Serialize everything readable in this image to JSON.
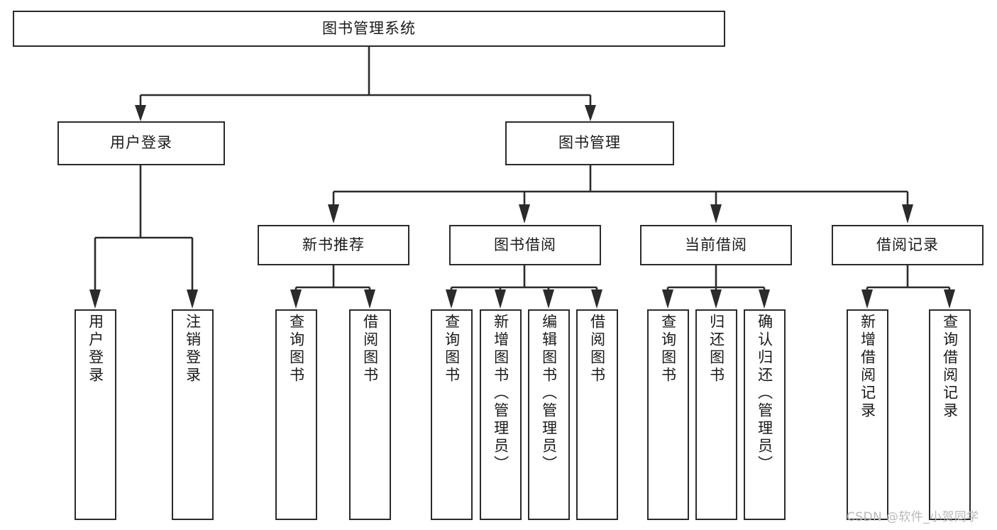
{
  "diagram": {
    "type": "tree-hierarchy",
    "title": "图书管理系统",
    "watermark": "CSDN @软件_小贺同学",
    "colors": {
      "background": "#ffffff",
      "box_border": "#2b2b2b",
      "box_fill": "#ffffff",
      "text": "#1a1a1a",
      "connector": "#2b2b2b",
      "watermark": "#b9b9b9"
    },
    "root": {
      "label": "图书管理系统"
    },
    "level2": [
      {
        "label": "用户登录"
      },
      {
        "label": "图书管理"
      }
    ],
    "level3": [
      {
        "label": "新书推荐"
      },
      {
        "label": "图书借阅"
      },
      {
        "label": "当前借阅"
      },
      {
        "label": "借阅记录"
      }
    ],
    "leaves": {
      "user_login": [
        {
          "label": "用户登录"
        },
        {
          "label": "注销登录"
        }
      ],
      "new_book_recommend": [
        {
          "label": "查询图书"
        },
        {
          "label": "借阅图书"
        }
      ],
      "book_borrow": [
        {
          "label": "查询图书"
        },
        {
          "label": "新增图书（管理员）"
        },
        {
          "label": "编辑图书（管理员）"
        },
        {
          "label": "借阅图书"
        }
      ],
      "current_borrow": [
        {
          "label": "查询图书"
        },
        {
          "label": "归还图书"
        },
        {
          "label": "确认归还（管理员）"
        }
      ],
      "borrow_records": [
        {
          "label": "新增借阅记录"
        },
        {
          "label": "查询借阅记录"
        }
      ]
    }
  }
}
